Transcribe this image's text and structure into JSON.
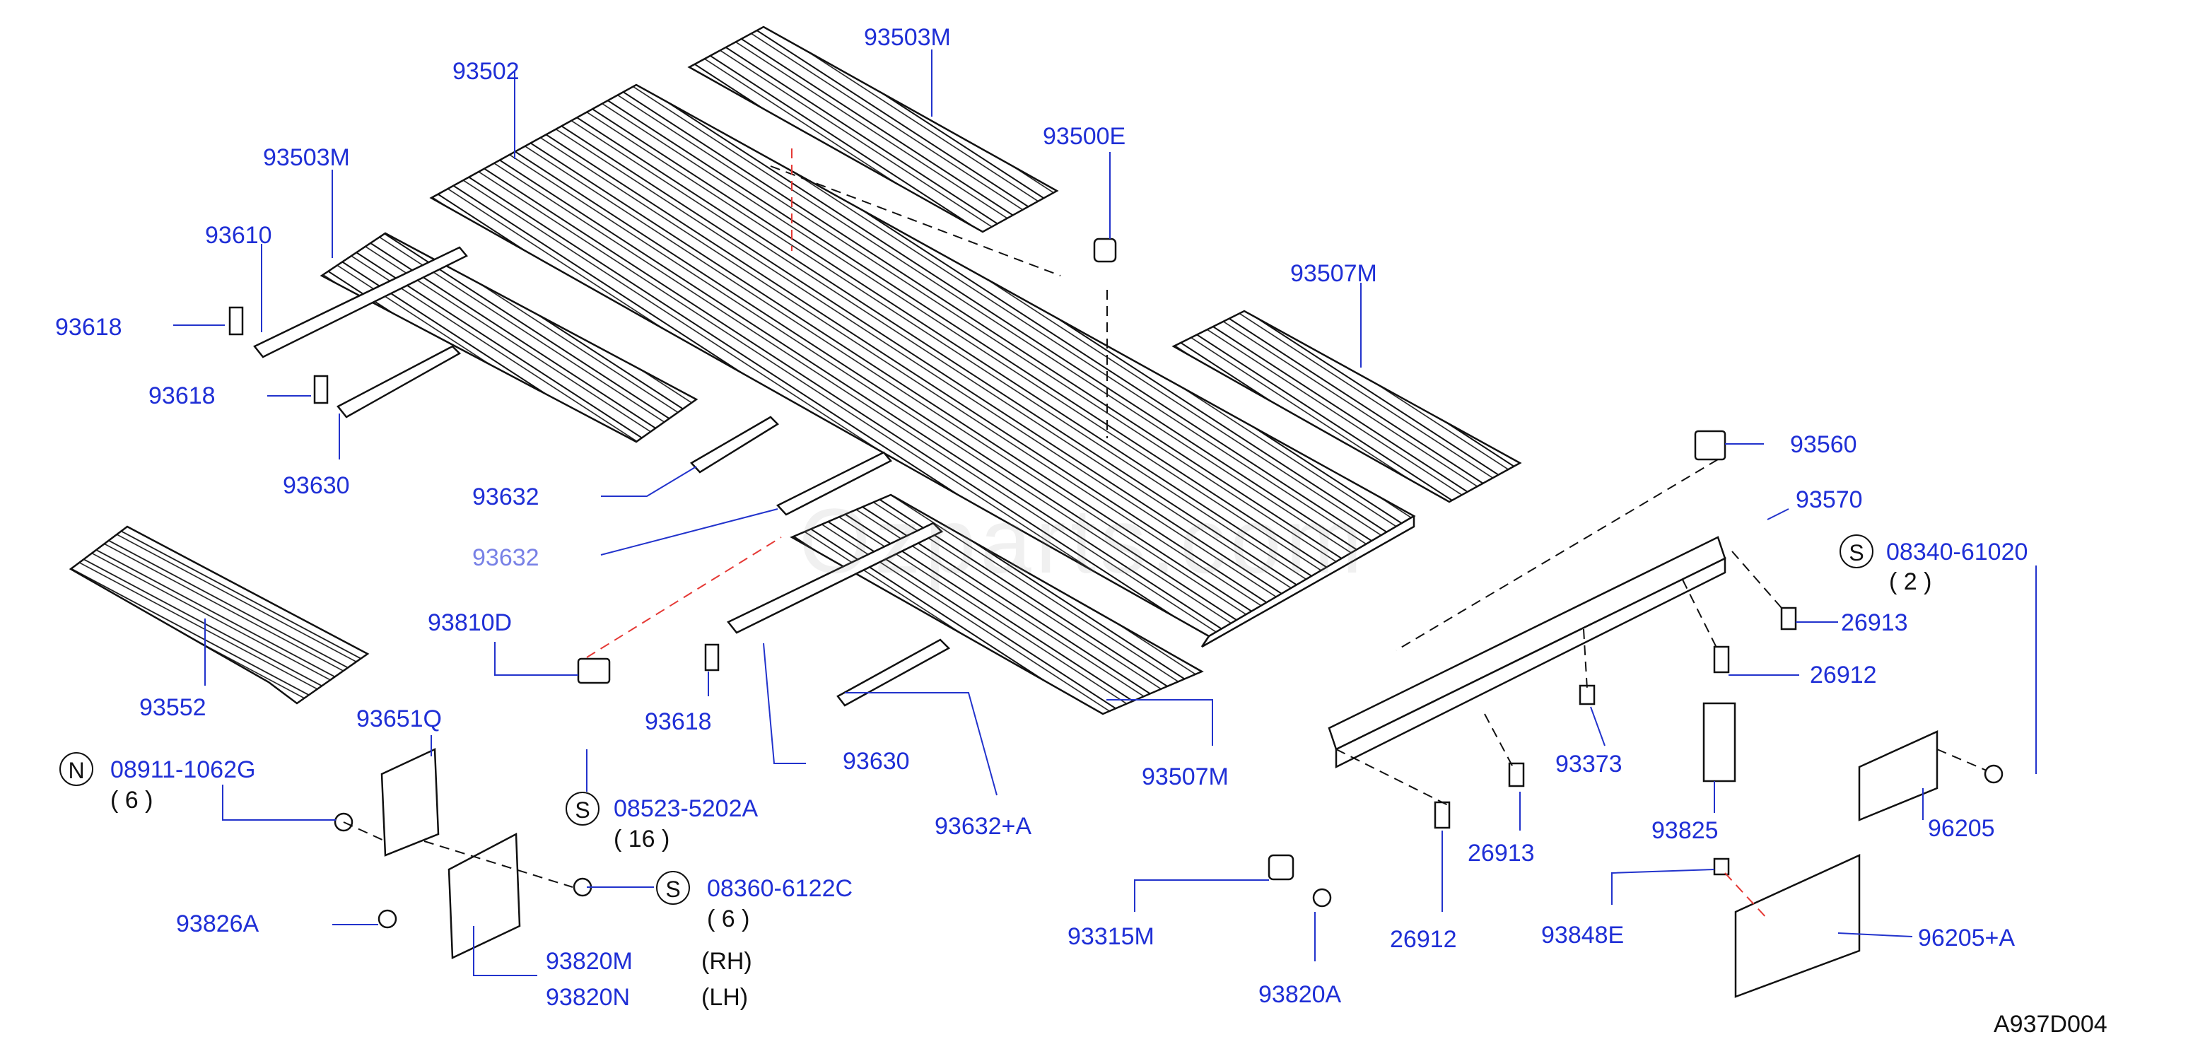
{
  "watermark": "Ozparts.com",
  "diagram_code": "A937D004",
  "parts": {
    "p93503M_top": "93503M",
    "p93502": "93502",
    "p93503M_left": "93503M",
    "p93500E": "93500E",
    "p93610": "93610",
    "p93618_a": "93618",
    "p93618_b": "93618",
    "p93507M_right": "93507M",
    "p93630_a": "93630",
    "p93632": "93632",
    "p93632_partial": "93632",
    "p93560": "93560",
    "p93570": "93570",
    "p93552": "93552",
    "p93810D": "93810D",
    "p93618_c": "93618",
    "p93630_b": "93630",
    "p93507M_bottom": "93507M",
    "p93632A": "93632+A",
    "p26913_a": "26913",
    "p26912_a": "26912",
    "p93373": "93373",
    "p93825": "93825",
    "p96205": "96205",
    "p26913_b": "26913",
    "p26912_b": "26912",
    "p93651Q": "93651Q",
    "p93826A": "93826A",
    "p93820M": "93820M",
    "p93820N": "93820N",
    "p93315M": "93315M",
    "p93820A": "93820A",
    "p93848E": "93848E",
    "p96205A": "96205+A"
  },
  "fasteners": {
    "f1": {
      "symbol": "N",
      "number": "08911-1062G",
      "qty": "( 6 )"
    },
    "f2": {
      "symbol": "S",
      "number": "08523-5202A",
      "qty": "( 16 )"
    },
    "f3": {
      "symbol": "S",
      "number": "08360-6122C",
      "qty": "( 6 )"
    },
    "f4": {
      "symbol": "S",
      "number": "08340-61020",
      "qty": "( 2 )"
    }
  },
  "sides": {
    "rh": "(RH)",
    "lh": "(LH)"
  },
  "colors": {
    "label": "#1f2fd6",
    "line": "#111111",
    "leader": "#2233cc",
    "red_dash": "#e53935"
  }
}
